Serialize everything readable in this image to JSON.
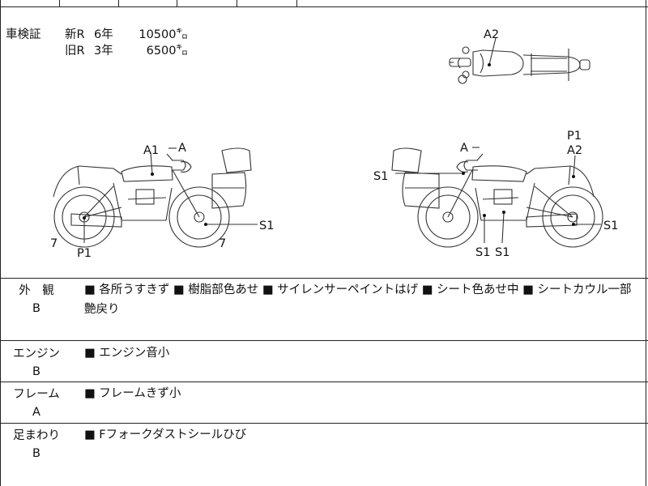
{
  "inspection": {
    "label": "車検証",
    "rows": [
      {
        "type": "新R",
        "years": "6年",
        "amount": "10500㌔"
      },
      {
        "type": "旧R",
        "years": "3年",
        "amount": "6500㌔"
      }
    ]
  },
  "damage_markers": {
    "left_view": {
      "a": "A",
      "a1": "A1",
      "s1": "S1",
      "seven_front": "7",
      "seven_rear": "7",
      "p1": "P1"
    },
    "right_view": {
      "a": "A",
      "s1_left": "S1",
      "p1": "P1",
      "a2": "A2",
      "s1_right": "S1",
      "s1_bottom_a": "S1",
      "s1_bottom_b": "S1"
    },
    "top_view": {
      "a2": "A2"
    }
  },
  "sections": [
    {
      "name": "外　観",
      "grade": "B",
      "notes": "■ 各所うすきず ■ 樹脂部色あせ ■ サイレンサーペイントはげ ■ シート色あせ中 ■ シートカウル一部艶戻り"
    },
    {
      "name": "エンジン",
      "grade": "B",
      "notes": "■ エンジン音小"
    },
    {
      "name": "フレーム",
      "grade": "A",
      "notes": "■ フレームきず小"
    },
    {
      "name": "足まわり",
      "grade": "B",
      "notes": "■ Fフォークダストシールひび"
    }
  ]
}
